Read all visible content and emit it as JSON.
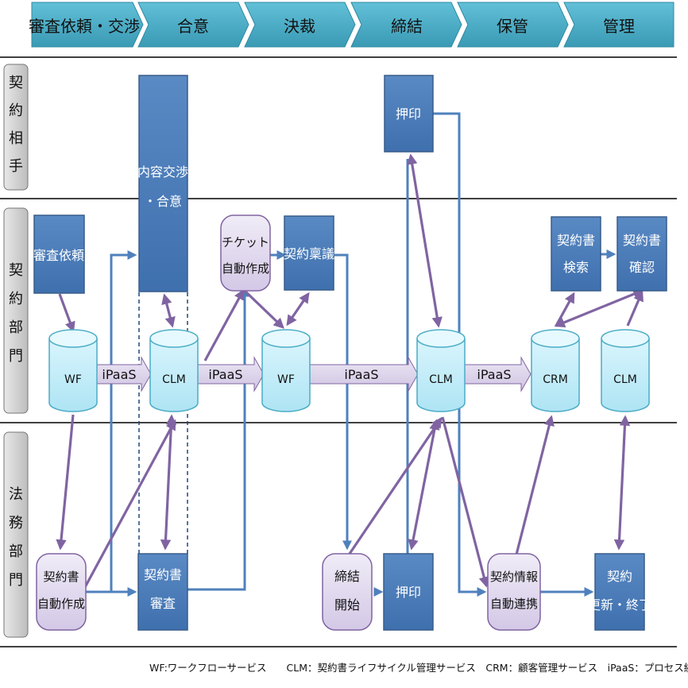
{
  "phases": [
    "審査依頼・交渉",
    "合意",
    "決裁",
    "締結",
    "保管",
    "管理"
  ],
  "lanes": [
    {
      "name": "契約相手",
      "chars": [
        "契",
        "約",
        "相",
        "手"
      ]
    },
    {
      "name": "契約部門",
      "chars": [
        "契",
        "約",
        "部",
        "門"
      ]
    },
    {
      "name": "法務部門",
      "chars": [
        "法",
        "務",
        "部",
        "門"
      ]
    }
  ],
  "boxes": {
    "shinsa_irai": [
      "審査依頼"
    ],
    "naiyou_koushou": [
      "内容交渉",
      "・合意"
    ],
    "oin_top": [
      "押印"
    ],
    "keiyaku_ringi": [
      "契約稟議"
    ],
    "keiyakusho_kensaku": [
      "契約書",
      "検索"
    ],
    "keiyakusho_kakunin": [
      "契約書",
      "確認"
    ],
    "keiyakusho_shinsa": [
      "契約書",
      "審査"
    ],
    "oin_bottom": [
      "押印"
    ],
    "keiyaku_koushin": [
      "契約",
      "更新・終了"
    ]
  },
  "rounded": {
    "ticket": [
      "チケット",
      "自動作成"
    ],
    "keiyakusho_jidou": [
      "契約書",
      "自動作成"
    ],
    "teiketsu_kaishi": [
      "締結",
      "開始"
    ],
    "keiyaku_jouhou": [
      "契約情報",
      "自動連携"
    ]
  },
  "databases": {
    "wf1": "WF",
    "clm1": "CLM",
    "wf2": "WF",
    "clm2": "CLM",
    "crm": "CRM",
    "clm3": "CLM"
  },
  "connectors": {
    "ipaas1": "iPaaS",
    "ipaas2": "iPaaS",
    "ipaas3": "iPaaS",
    "ipaas4": "iPaaS"
  },
  "footer": "WF:ワークフローサービス　　CLM：契約書ライフサイクル管理サービス　CRM：顧客管理サービス　iPaaS：プロセス統合プラットフォームサービス",
  "colors": {
    "phase_fill": "#4bacc6",
    "box_fill": "#4f81bd",
    "box_stroke": "#385d8a",
    "rounded_fill": "#e4dff0",
    "rounded_stroke": "#8064a2",
    "db_fill": "#c6eefa",
    "db_stroke": "#4bacc6",
    "purple_arrow": "#8064a2",
    "blue_line": "#4f81bd",
    "ipaas_fill": "#ddd6ea"
  }
}
